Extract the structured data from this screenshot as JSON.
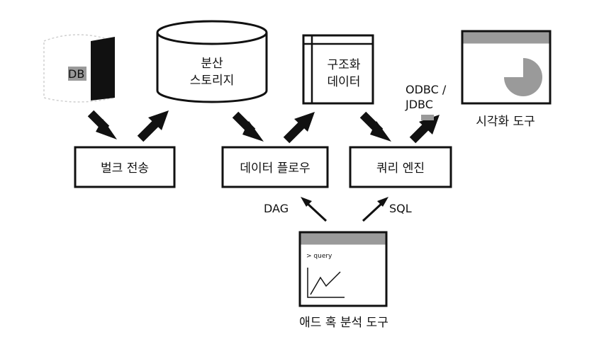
{
  "source": {
    "label": "DB"
  },
  "distributed_storage": {
    "line1": "분산",
    "line2": "스토리지"
  },
  "structured_data": {
    "line1": "구조화",
    "line2": "데이터"
  },
  "visualization": {
    "label": "시각화 도구"
  },
  "bulk_transfer": {
    "label": "벌크 전송"
  },
  "data_flow": {
    "label": "데이터 플로우"
  },
  "query_engine": {
    "label": "쿼리 엔진"
  },
  "connector": {
    "line1": "ODBC /",
    "line2": "JDBC"
  },
  "dag": {
    "label": "DAG"
  },
  "sql": {
    "label": "SQL"
  },
  "adhoc_tool": {
    "prompt": "> query",
    "label": "애드 혹 분석 도구"
  },
  "colors": {
    "stroke": "#111111",
    "gray": "#9a9a9a",
    "light_gray": "#bdbdbd"
  }
}
